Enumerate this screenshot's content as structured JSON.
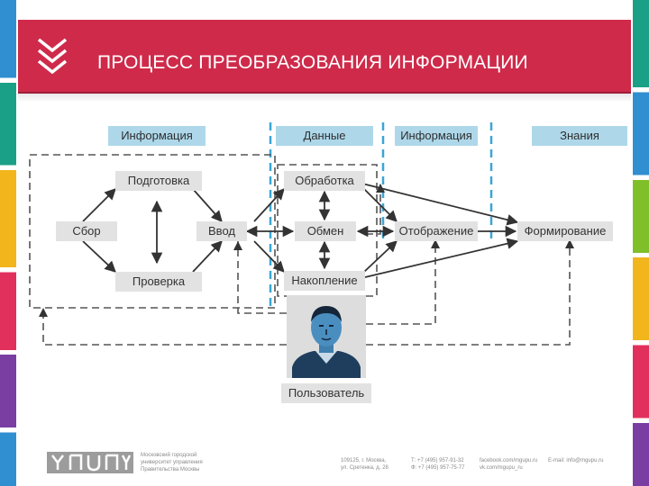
{
  "header": {
    "title": "ПРОЦЕСС ПРЕОБРАЗОВАНИЯ ИНФОРМАЦИИ",
    "chevron_icon": "double-chevron-down-icon"
  },
  "categories": [
    "Информация",
    "Данные",
    "Информация",
    "Знания"
  ],
  "nodes": {
    "podgotovka": "Подготовка",
    "sbor": "Сбор",
    "vvod": "Ввод",
    "proverka": "Проверка",
    "obrabotka": "Обработка",
    "obmen": "Обмен",
    "nakoplenie": "Накопление",
    "otobrazhenie": "Отображение",
    "formirovanie": "Формирование"
  },
  "user": {
    "label": "Пользователь",
    "icon": "user-portrait-icon"
  },
  "colors": {
    "header": "#cf2a4a",
    "category": "#aed8ea",
    "node": "#e2e2e2",
    "divider": "#3aa6d6",
    "arrow": "#333333"
  },
  "footer": {
    "logo_icon": "mgupu-logo-icon",
    "university": "Московский городской\nуниверситет управления\nПравительства Москвы",
    "address": "109125, г. Москва,\nул. Сретенка, д. 28",
    "phone": "Т: +7 (495) 957-91-32\nФ: +7 (495) 957-75-77",
    "social": "facebook.com/mgupu.ru\nvk.com/mgupu_ru",
    "email": "E-mail: info@mgupu.ru"
  }
}
